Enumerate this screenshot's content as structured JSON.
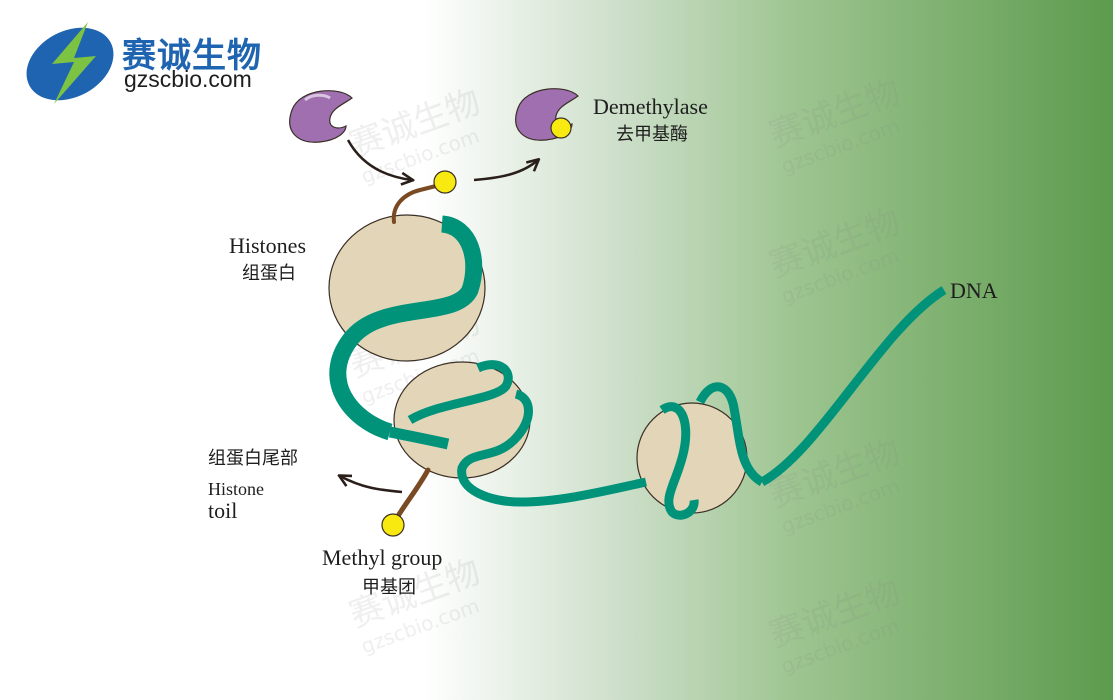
{
  "brand": {
    "name_cn": "赛诚生物",
    "domain": "gzscbio.com",
    "watermark_cn": "赛诚生物",
    "watermark_en": "gzscbio.com",
    "logo_colors": {
      "blue": "#1f64b0",
      "green": "#7cc243"
    }
  },
  "labels": {
    "demethylase_en": "Demethylase",
    "demethylase_cn": "去甲基酶",
    "histones_en": "Histones",
    "histones_cn": "组蛋白",
    "dna": "DNA",
    "histone_tail_cn": "组蛋白尾部",
    "histone_tail_en_1": "Histone",
    "histone_tail_en_2": "toil",
    "methyl_group_en": "Methyl group",
    "methyl_group_cn": "甲基团"
  },
  "colors": {
    "dna_strand": "#00937a",
    "histone_fill": "#e3d6b8",
    "histone_stroke": "#3a2f26",
    "tail": "#7a4a22",
    "methyl": "#f8ea10",
    "enzyme": "#a06fb0",
    "arrow": "#2a1f1a"
  }
}
